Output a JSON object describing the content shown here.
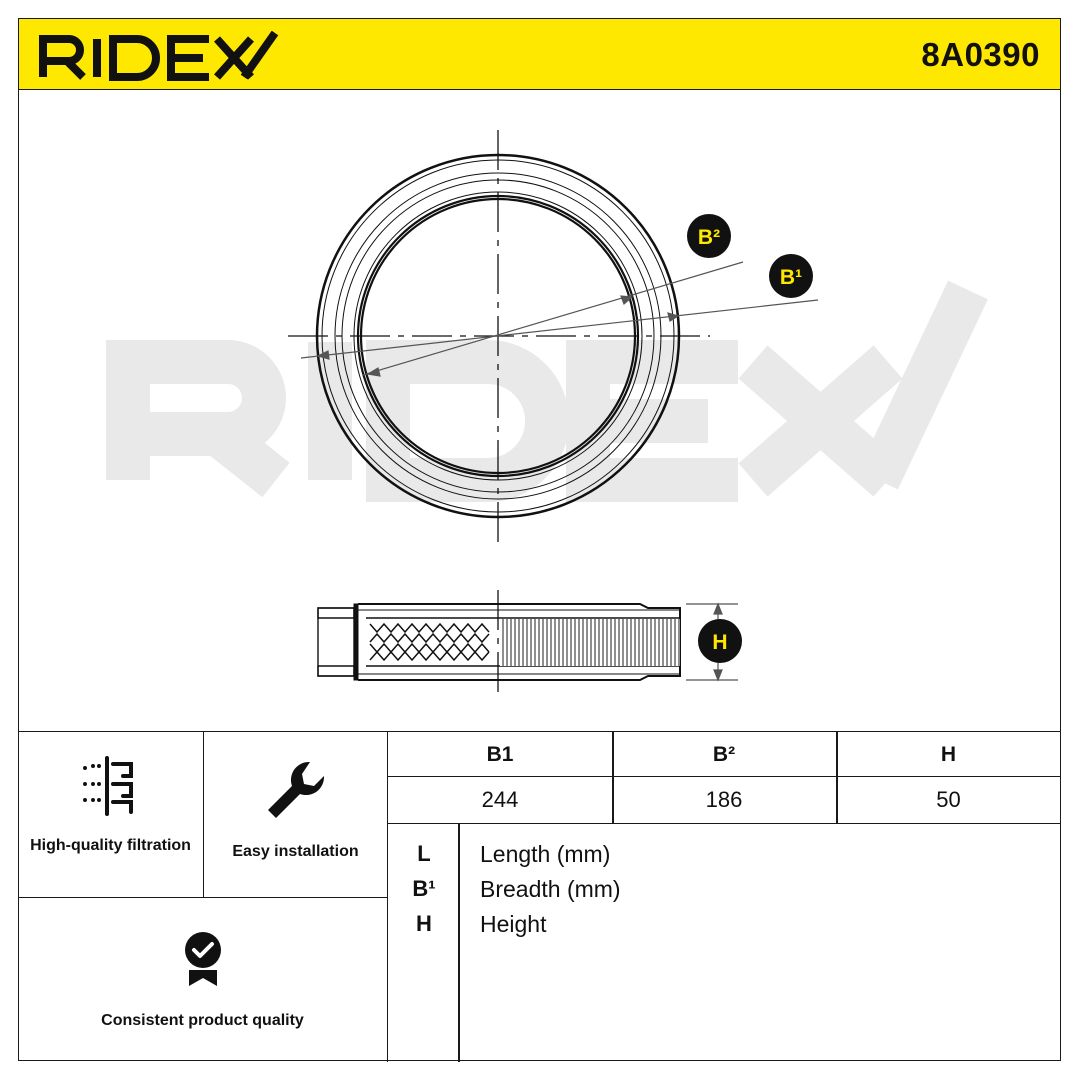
{
  "brand": {
    "name": "RIDEX",
    "accent_color": "#ffe800"
  },
  "product": {
    "part_number": "8A0390"
  },
  "drawing": {
    "callouts": [
      {
        "key": "B2",
        "label": "B²"
      },
      {
        "key": "B1",
        "label": "B¹"
      },
      {
        "key": "H",
        "label": "H"
      }
    ],
    "watermark": "RIDEX"
  },
  "features": [
    {
      "label": "High-quality filtration",
      "icon": "filter-layers-icon"
    },
    {
      "label": "Easy installation",
      "icon": "wrench-icon"
    },
    {
      "label": "Consistent product quality",
      "icon": "quality-badge-check-icon"
    }
  ],
  "dimensions": {
    "headers": [
      "B1",
      "B²",
      "H"
    ],
    "values": [
      "244",
      "186",
      "50"
    ]
  },
  "legend": [
    {
      "key": "L",
      "text": "Length (mm)"
    },
    {
      "key": "B¹",
      "text": "Breadth (mm)"
    },
    {
      "key": "H",
      "text": "Height"
    }
  ]
}
